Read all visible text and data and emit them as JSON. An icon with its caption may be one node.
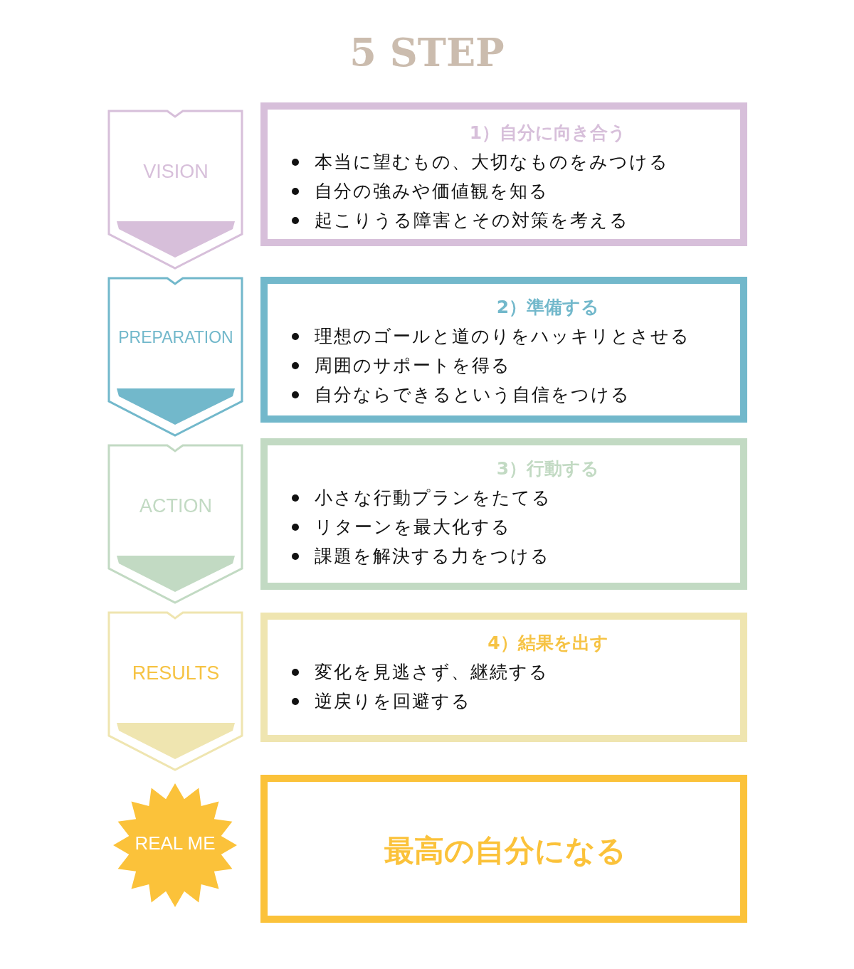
{
  "diagram": {
    "title": "5 STEP",
    "nodes": [
      {
        "text": [
          "VISION"
        ]
      },
      {
        "text": [
          "1）自分に向き合う",
          "本当に望むもの、大切なものをみつける",
          "自分の強みや価値観を知る",
          "起こりうる障害とその対策を考える"
        ]
      },
      {
        "text": [
          "PREPARATION"
        ]
      },
      {
        "text": [
          "2）準備する",
          "理想のゴールと道のりをハッキリとさせる",
          "周囲のサポートを得る",
          "自分ならできるという自信をつける"
        ]
      },
      {
        "text": [
          "ACTION"
        ]
      },
      {
        "text": [
          "3）行動する",
          "小さな行動プランをたてる",
          "リターンを最大化する",
          "課題を解決する力をつける"
        ]
      },
      {
        "text": [
          "RESULTS"
        ]
      },
      {
        "text": [
          "4）結果を出す",
          "変化を見逃さず、継続する",
          "逆戻りを回避する"
        ]
      },
      {
        "text": [
          "REAL ME"
        ]
      },
      {
        "text": [
          "最高の自分になる"
        ]
      }
    ]
  }
}
